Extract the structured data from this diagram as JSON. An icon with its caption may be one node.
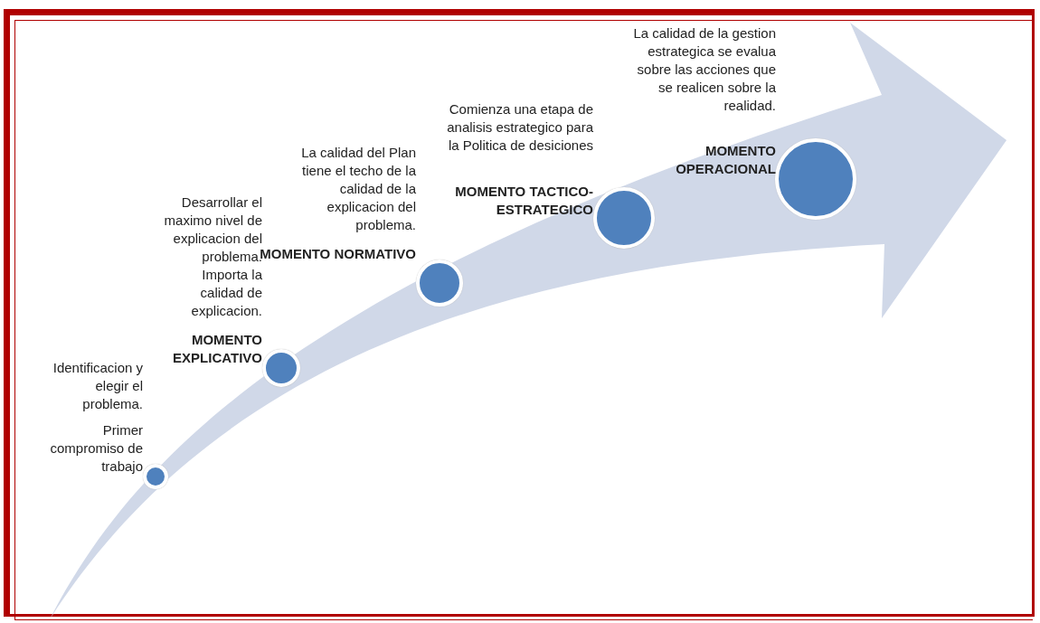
{
  "diagram": {
    "nodes": [
      {
        "text": [
          "Identificacion y elegir el problema.",
          "Primer compromiso de trabajo"
        ]
      },
      {
        "text": [
          "Desarrollar el maximo nivel de explicacion del problema. Importa la calidad de explicacion.",
          "MOMENTO EXPLICATIVO"
        ]
      },
      {
        "text": [
          "La calidad del Plan tiene el techo de la calidad de la explicacion del problema.",
          "MOMENTO NORMATIVO"
        ]
      },
      {
        "text": [
          "Comienza una etapa de analisis estrategico para la Politica de desiciones",
          "MOMENTO TACTICO-ESTRATEGICO"
        ]
      },
      {
        "text": [
          "La calidad de la gestion estrategica se evalua sobre las acciones que se realicen sobre la realidad.",
          "MOMENTO OPERACIONAL"
        ]
      }
    ],
    "edges": []
  }
}
